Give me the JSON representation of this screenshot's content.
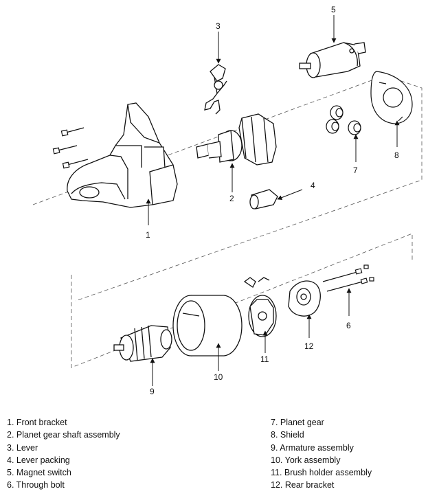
{
  "callouts": {
    "c1": "1",
    "c2": "2",
    "c3": "3",
    "c4": "4",
    "c5": "5",
    "c6": "6",
    "c7": "7",
    "c8": "8",
    "c9": "9",
    "c10": "10",
    "c11": "11",
    "c12": "12"
  },
  "legend": {
    "left": [
      "1. Front bracket",
      "2. Planet gear shaft assembly",
      "3. Lever",
      "4. Lever packing",
      "5. Magnet switch",
      "6. Through bolt"
    ],
    "right": [
      "7. Planet gear",
      "8. Shield",
      "9. Armature assembly",
      "10. York assembly",
      "11. Brush holder assembly",
      "12. Rear bracket"
    ]
  }
}
